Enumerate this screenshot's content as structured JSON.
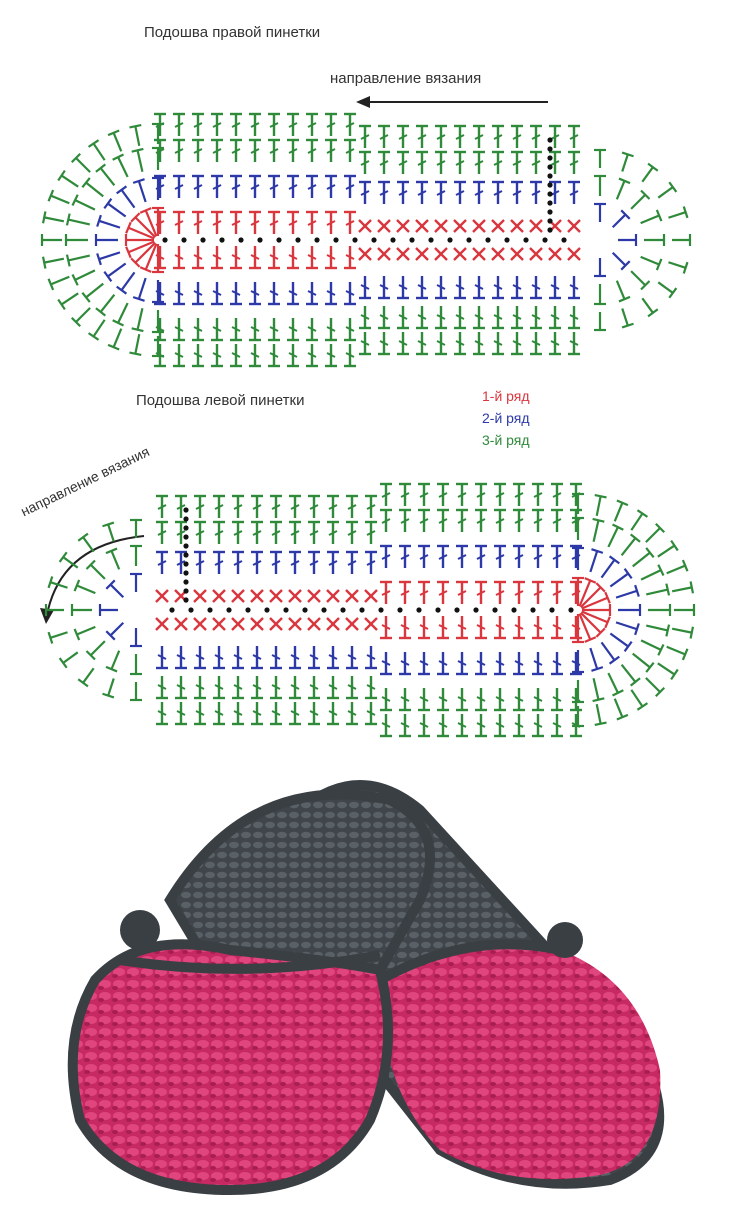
{
  "diagram_right": {
    "title": "Подошва правой пинетки",
    "direction_label": "направление вязания"
  },
  "diagram_left": {
    "title": "Подошва левой пинетки",
    "direction_label": "направление вязания"
  },
  "legend": {
    "items": [
      {
        "label": "1-й ряд",
        "color": "#d9363e"
      },
      {
        "label": "2-й ряд",
        "color": "#2c39a6"
      },
      {
        "label": "3-й ряд",
        "color": "#2f8a3a"
      }
    ]
  },
  "colors": {
    "row1": "#d9363e",
    "row2": "#2c39a6",
    "row3": "#2f8a3a",
    "chain": "#111111",
    "slipper_pink": "#d4306b",
    "slipper_gray": "#4a5055"
  }
}
